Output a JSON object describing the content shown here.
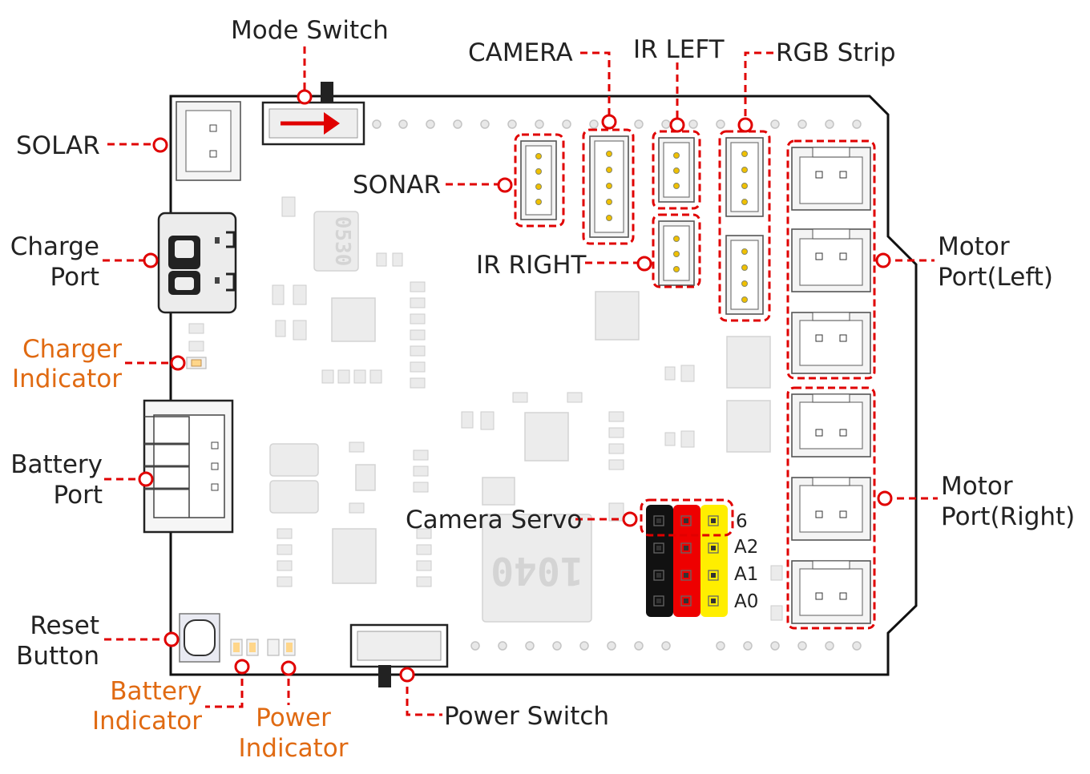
{
  "labels": {
    "mode_switch": "Mode Switch",
    "camera": "CAMERA",
    "ir_left": "IR LEFT",
    "rgb_strip": "RGB Strip",
    "solar": "SOLAR",
    "sonar": "SONAR",
    "charge_port_1": "Charge",
    "charge_port_2": "Port",
    "ir_right": "IR RIGHT",
    "motor_left_1": "Motor",
    "motor_left_2": "Port(Left)",
    "charger_indicator_1": "Charger",
    "charger_indicator_2": "Indicator",
    "battery_port_1": "Battery",
    "battery_port_2": "Port",
    "camera_servo": "Camera Servo",
    "motor_right_1": "Motor",
    "motor_right_2": "Port(Right)",
    "reset_button_1": "Reset",
    "reset_button_2": "Button",
    "battery_indicator_1": "Battery",
    "battery_indicator_2": "Indicator",
    "power_indicator_1": "Power",
    "power_indicator_2": "Indicator",
    "power_switch": "Power Switch"
  },
  "pin_labels": [
    "6",
    "A2",
    "A1",
    "A0"
  ],
  "chip_markings": {
    "inductor_small": "0530",
    "inductor_large": "1040"
  },
  "colors": {
    "annotation_red": "#e00000",
    "indicator_orange": "#e06a12",
    "header_black": "#111111",
    "header_red": "#ee0000",
    "header_yellow": "#ffee00"
  }
}
